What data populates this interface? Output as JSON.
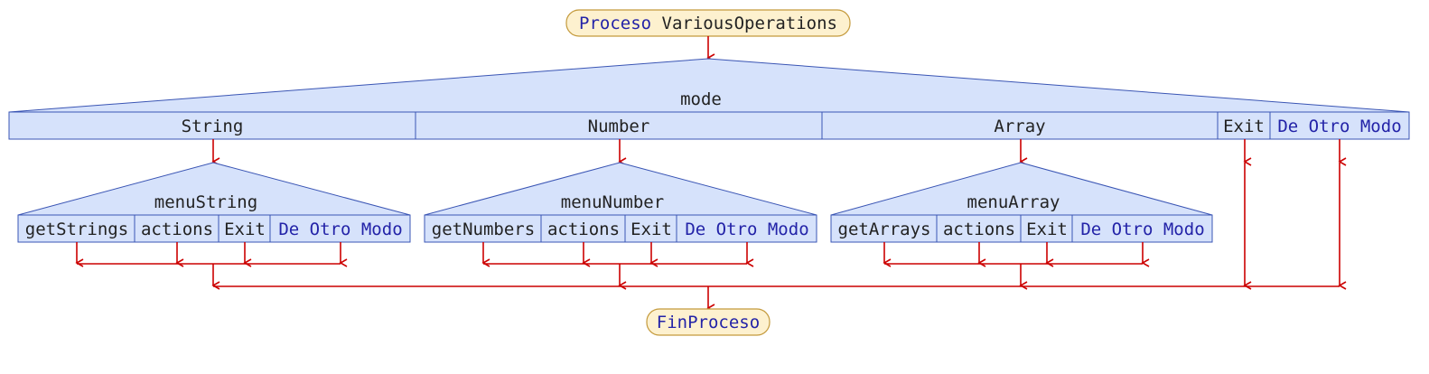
{
  "process": {
    "keyword": "Proceso",
    "name": "VariousOperations",
    "end": "FinProceso"
  },
  "main_switch": {
    "variable": "mode",
    "cases": [
      "String",
      "Number",
      "Array",
      "Exit"
    ],
    "default": "De Otro Modo"
  },
  "sub_switches": [
    {
      "variable": "menuString",
      "cases": [
        "getStrings",
        "actions",
        "Exit"
      ],
      "default": "De Otro Modo"
    },
    {
      "variable": "menuNumber",
      "cases": [
        "getNumbers",
        "actions",
        "Exit"
      ],
      "default": "De Otro Modo"
    },
    {
      "variable": "menuArray",
      "cases": [
        "getArrays",
        "actions",
        "Exit"
      ],
      "default": "De Otro Modo"
    }
  ],
  "colors": {
    "box_fill": "#d6e2fb",
    "box_stroke": "#3a55b4",
    "terminal_fill": "#fdf1cf",
    "terminal_stroke": "#c49a3c",
    "arrow": "#cc0000",
    "keyword": "#2323a8"
  }
}
